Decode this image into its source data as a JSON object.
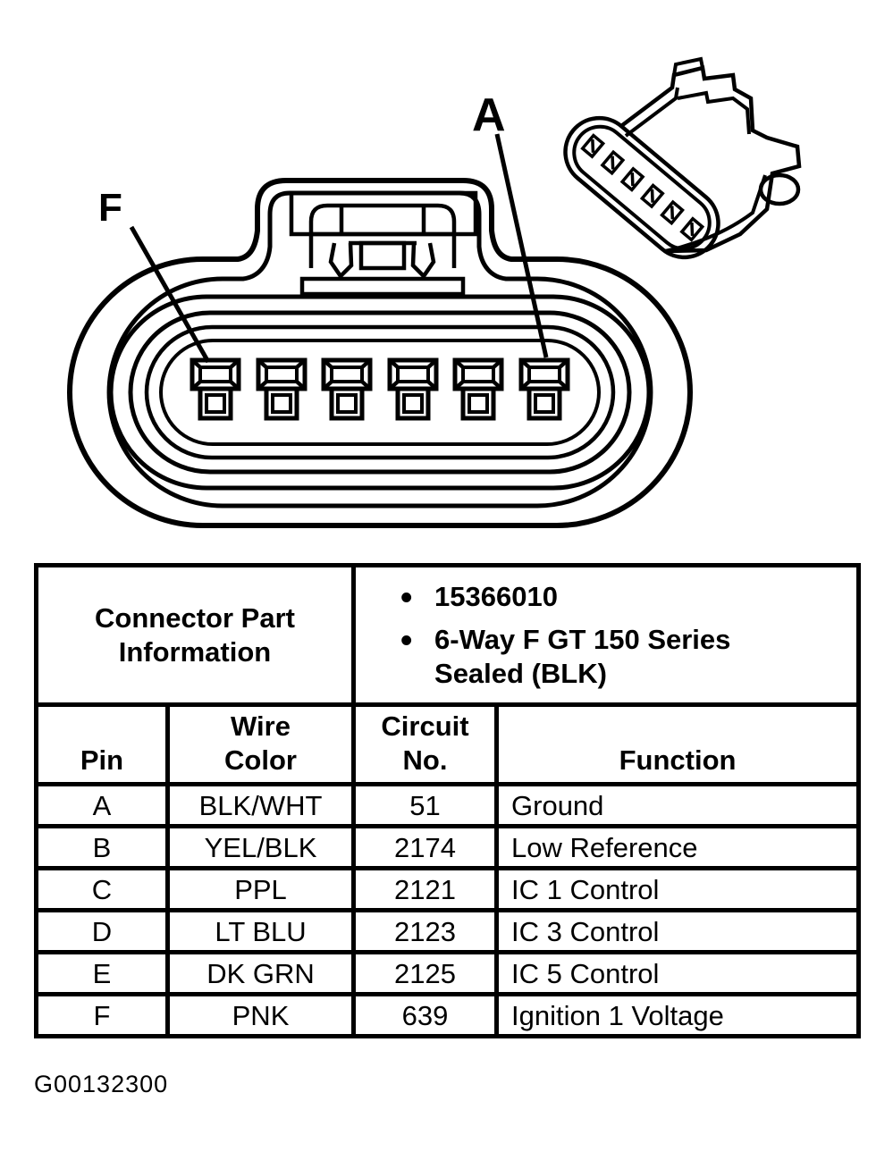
{
  "diagram": {
    "label_f": "F",
    "label_a": "A",
    "figure_id": "G00132300"
  },
  "table": {
    "part_info": {
      "header": "Connector Part Information",
      "bullets": [
        "15366010",
        "6-Way F GT 150 Series Sealed (BLK)"
      ]
    },
    "columns": [
      "Pin",
      "Wire\nColor",
      "Circuit\nNo.",
      "Function"
    ],
    "rows": [
      {
        "pin": "A",
        "wire_color": "BLK/WHT",
        "circuit_no": "51",
        "function": "Ground"
      },
      {
        "pin": "B",
        "wire_color": "YEL/BLK",
        "circuit_no": "2174",
        "function": "Low Reference"
      },
      {
        "pin": "C",
        "wire_color": "PPL",
        "circuit_no": "2121",
        "function": "IC 1 Control"
      },
      {
        "pin": "D",
        "wire_color": "LT BLU",
        "circuit_no": "2123",
        "function": "IC 3 Control"
      },
      {
        "pin": "E",
        "wire_color": "DK GRN",
        "circuit_no": "2125",
        "function": "IC 5 Control"
      },
      {
        "pin": "F",
        "wire_color": "PNK",
        "circuit_no": "639",
        "function": "Ignition 1 Voltage"
      }
    ]
  }
}
